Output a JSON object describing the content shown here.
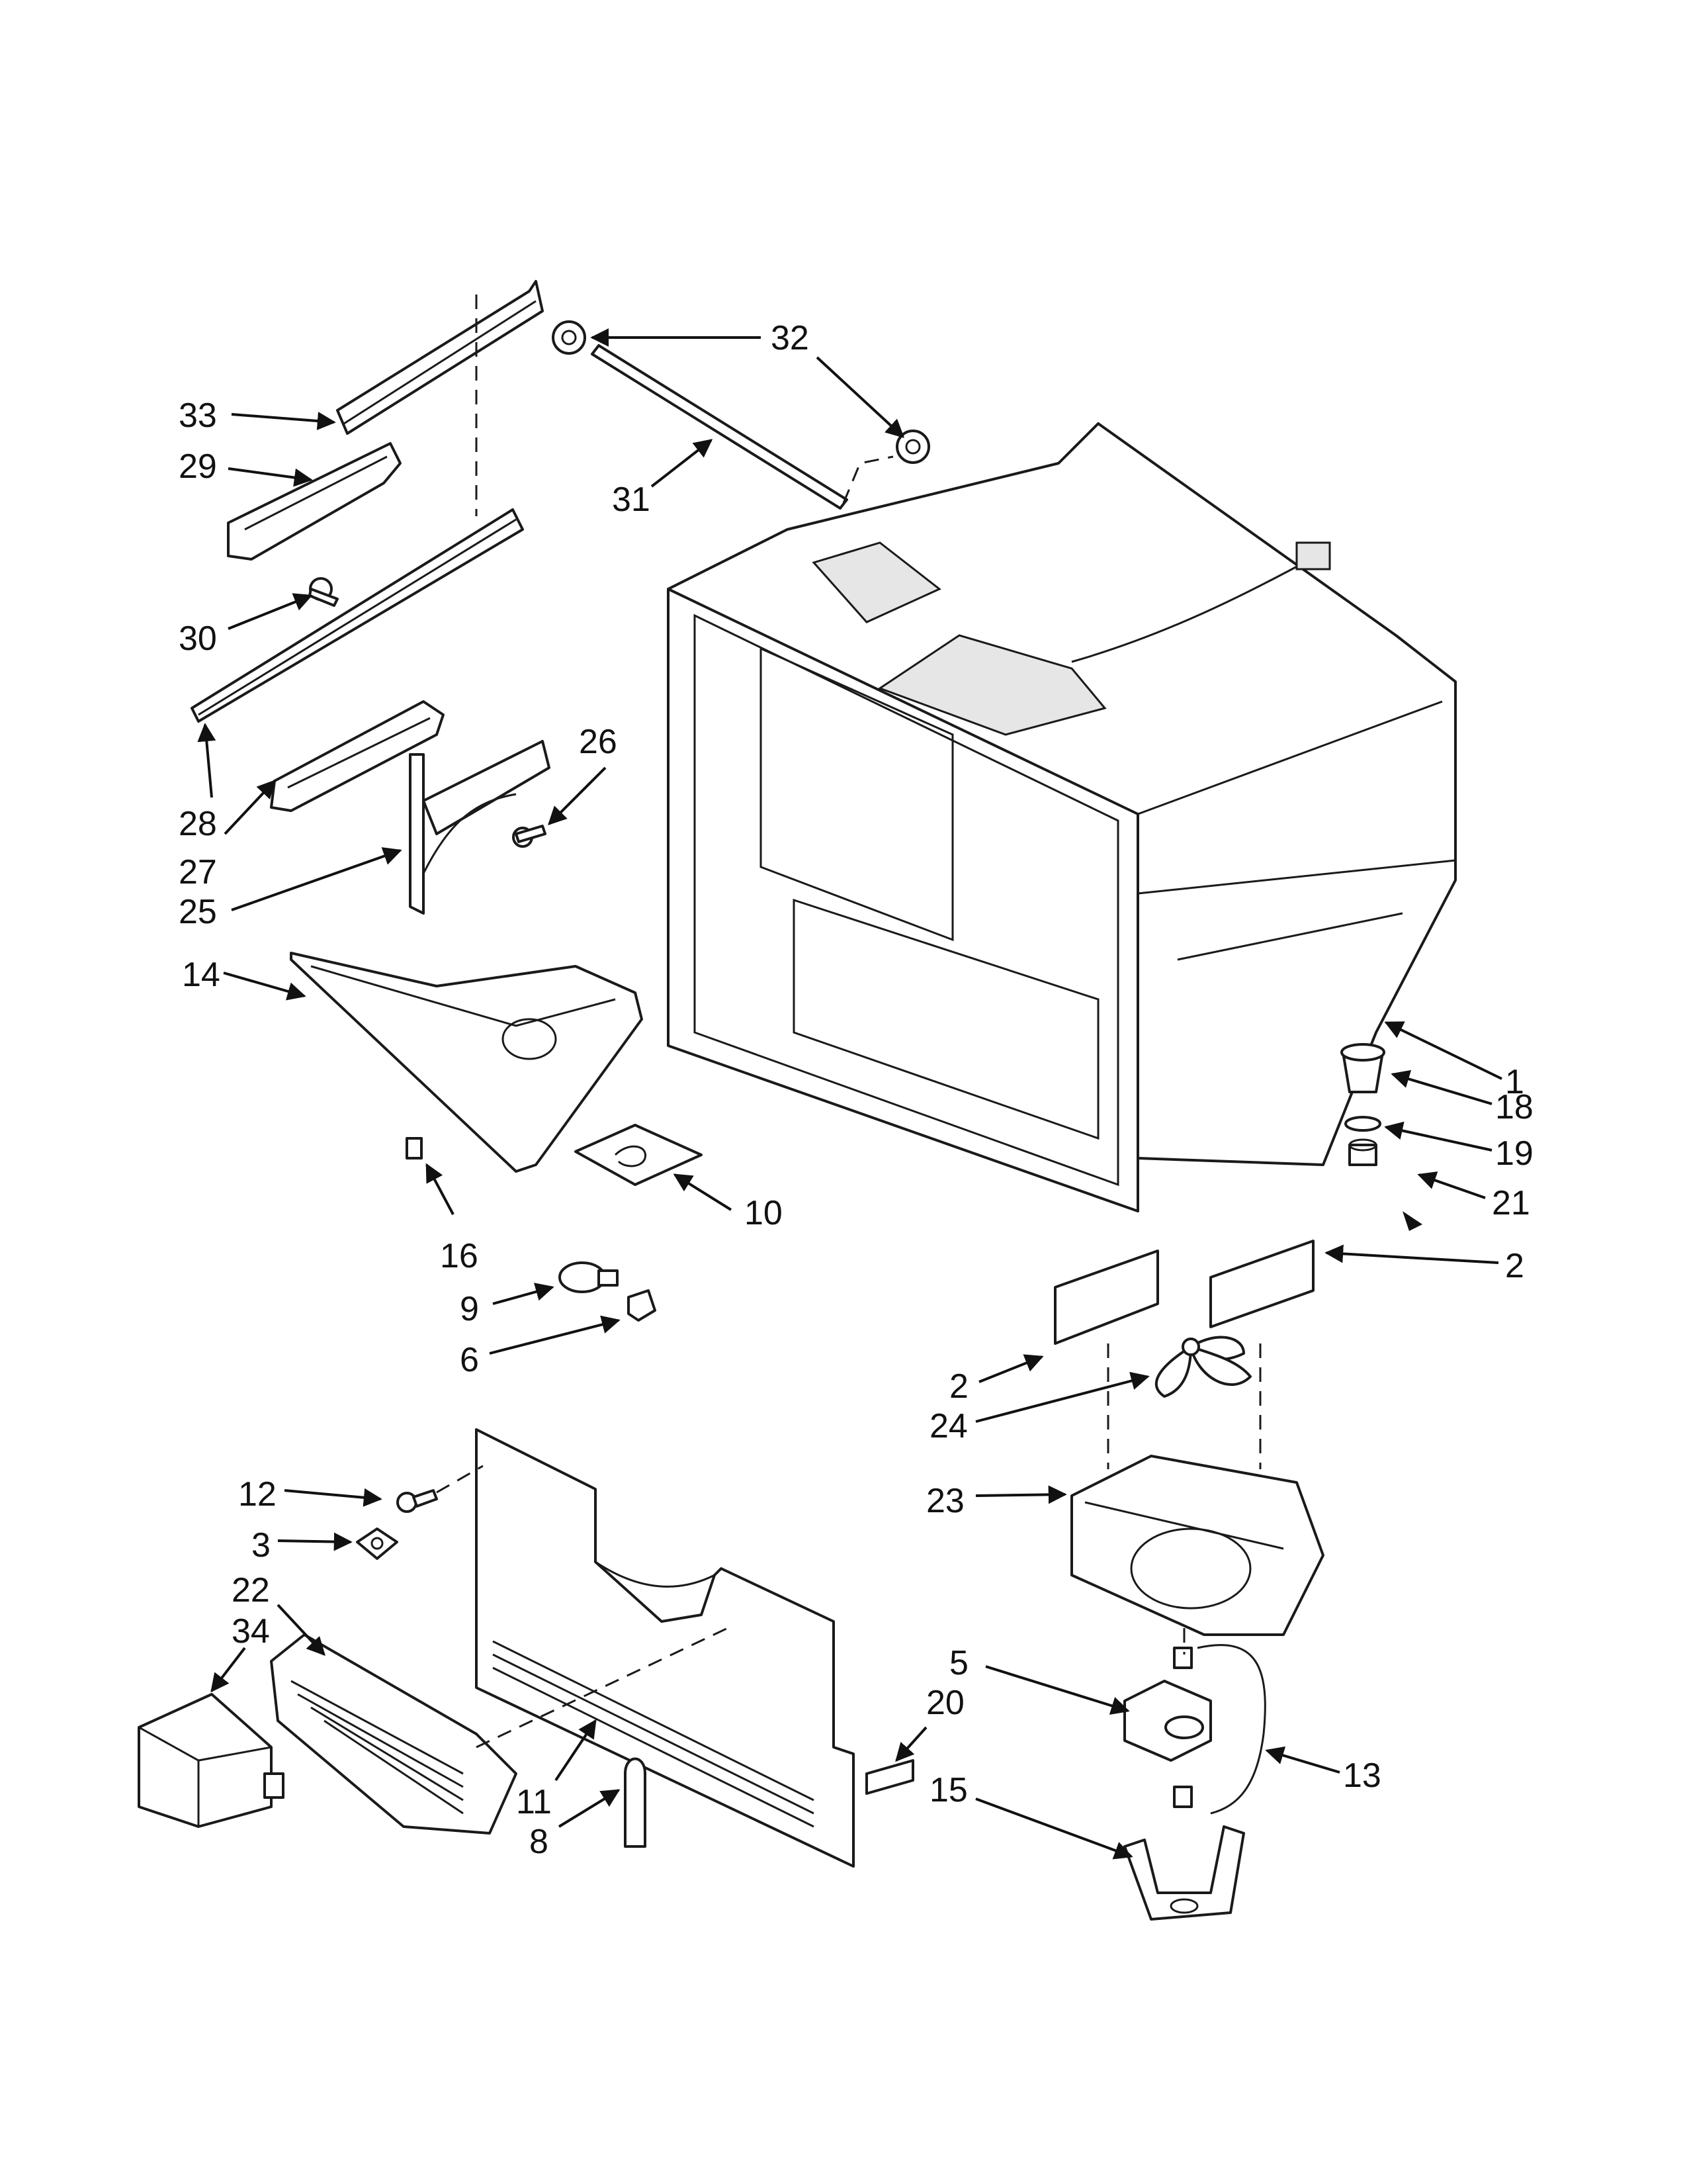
{
  "diagram": {
    "type": "exploded-parts-diagram",
    "callouts": [
      {
        "id": "c1",
        "label": "1"
      },
      {
        "id": "c2a",
        "label": "2"
      },
      {
        "id": "c2b",
        "label": "2"
      },
      {
        "id": "c3",
        "label": "3"
      },
      {
        "id": "c5",
        "label": "5"
      },
      {
        "id": "c6",
        "label": "6"
      },
      {
        "id": "c8",
        "label": "8"
      },
      {
        "id": "c9",
        "label": "9"
      },
      {
        "id": "c10",
        "label": "10"
      },
      {
        "id": "c11",
        "label": "11"
      },
      {
        "id": "c12",
        "label": "12"
      },
      {
        "id": "c13",
        "label": "13"
      },
      {
        "id": "c14",
        "label": "14"
      },
      {
        "id": "c15",
        "label": "15"
      },
      {
        "id": "c16",
        "label": "16"
      },
      {
        "id": "c18",
        "label": "18"
      },
      {
        "id": "c19",
        "label": "19"
      },
      {
        "id": "c20",
        "label": "20"
      },
      {
        "id": "c21",
        "label": "21"
      },
      {
        "id": "c22",
        "label": "22"
      },
      {
        "id": "c23",
        "label": "23"
      },
      {
        "id": "c24",
        "label": "24"
      },
      {
        "id": "c25",
        "label": "25"
      },
      {
        "id": "c26",
        "label": "26"
      },
      {
        "id": "c27",
        "label": "27"
      },
      {
        "id": "c28",
        "label": "28"
      },
      {
        "id": "c29",
        "label": "29"
      },
      {
        "id": "c30",
        "label": "30"
      },
      {
        "id": "c31",
        "label": "31"
      },
      {
        "id": "c32",
        "label": "32"
      },
      {
        "id": "c33",
        "label": "33"
      },
      {
        "id": "c34",
        "label": "34"
      }
    ]
  }
}
